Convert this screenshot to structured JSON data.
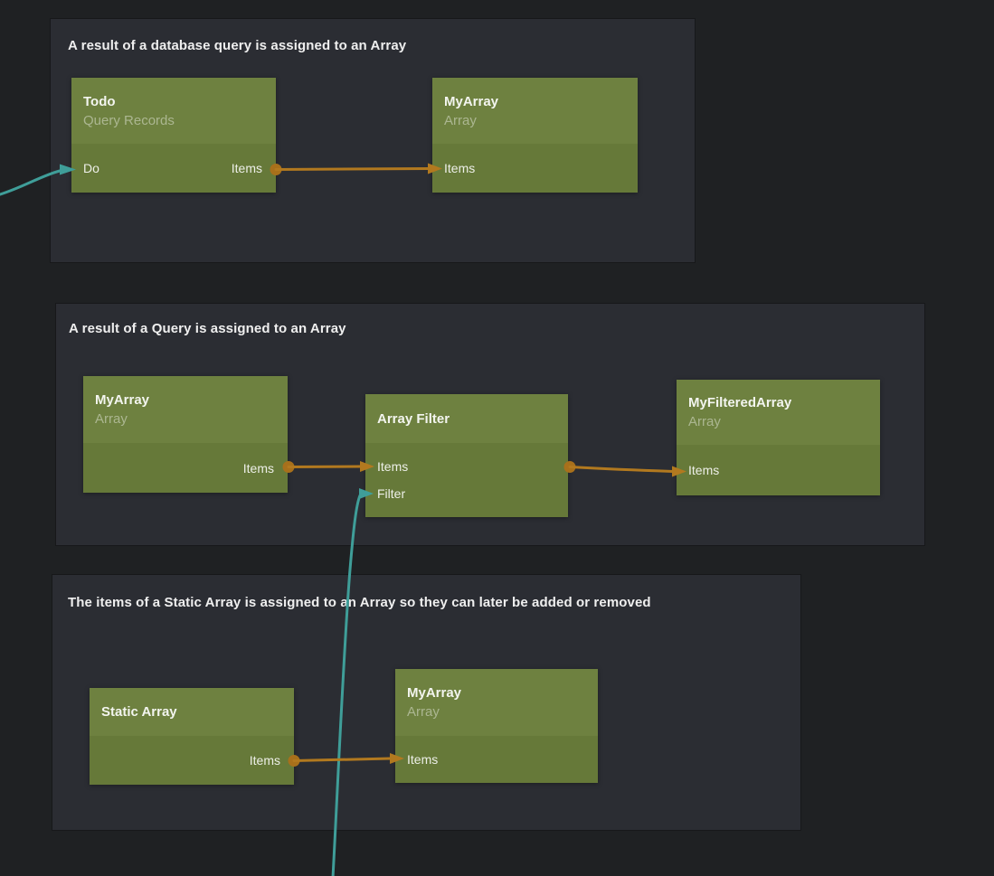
{
  "colors": {
    "canvas_bg": "#1f2123",
    "group_panel_bg": "#2b2d33",
    "node_header_bg": "#6e8140",
    "node_body_bg": "#667939",
    "wire_data_orange": "#b2791f",
    "wire_data_dot": "#a8701b",
    "wire_signal_teal": "#3f9e99",
    "node_title_text": "#f3f5ef",
    "node_subtitle_text": "rgba(255,255,255,0.42)",
    "port_label_text": "#edefe8",
    "group_title_text": "#efefef"
  },
  "groups": [
    {
      "title": "A result of a database query is assigned to an Array",
      "nodes": [
        {
          "title": "Todo",
          "subtitle": "Query Records",
          "ports": {
            "inputs": [
              "Do"
            ],
            "outputs": [
              "Items"
            ]
          }
        },
        {
          "title": "MyArray",
          "subtitle": "Array",
          "ports": {
            "inputs": [
              "Items"
            ],
            "outputs": []
          }
        }
      ]
    },
    {
      "title": "A result of a Query is assigned to an Array",
      "nodes": [
        {
          "title": "MyArray",
          "subtitle": "Array",
          "ports": {
            "inputs": [],
            "outputs": [
              "Items"
            ]
          }
        },
        {
          "title": "Array Filter",
          "subtitle": "",
          "ports": {
            "inputs": [
              "Items",
              "Filter"
            ],
            "outputs": [
              "Items"
            ]
          }
        },
        {
          "title": "MyFilteredArray",
          "subtitle": "Array",
          "ports": {
            "inputs": [
              "Items"
            ],
            "outputs": []
          }
        }
      ]
    },
    {
      "title": "The items of a Static Array is assigned to an Array so they can later be added or removed",
      "nodes": [
        {
          "title": "Static Array",
          "subtitle": "",
          "ports": {
            "inputs": [],
            "outputs": [
              "Items"
            ]
          }
        },
        {
          "title": "MyArray",
          "subtitle": "Array",
          "ports": {
            "inputs": [
              "Items"
            ],
            "outputs": []
          }
        }
      ]
    }
  ],
  "connections": [
    {
      "from": "offscreen-left",
      "to": "Todo.Do",
      "type": "signal"
    },
    {
      "from": "Todo.Items",
      "to": "MyArray.Items",
      "type": "data"
    },
    {
      "from": "MyArray.Items",
      "to": "Array Filter.Items",
      "type": "data"
    },
    {
      "from": "Array Filter.Items",
      "to": "MyFilteredArray.Items",
      "type": "data"
    },
    {
      "from": "offscreen-bottom",
      "to": "Array Filter.Filter",
      "type": "signal"
    },
    {
      "from": "Static Array.Items",
      "to": "MyArray.Items",
      "type": "data"
    }
  ]
}
